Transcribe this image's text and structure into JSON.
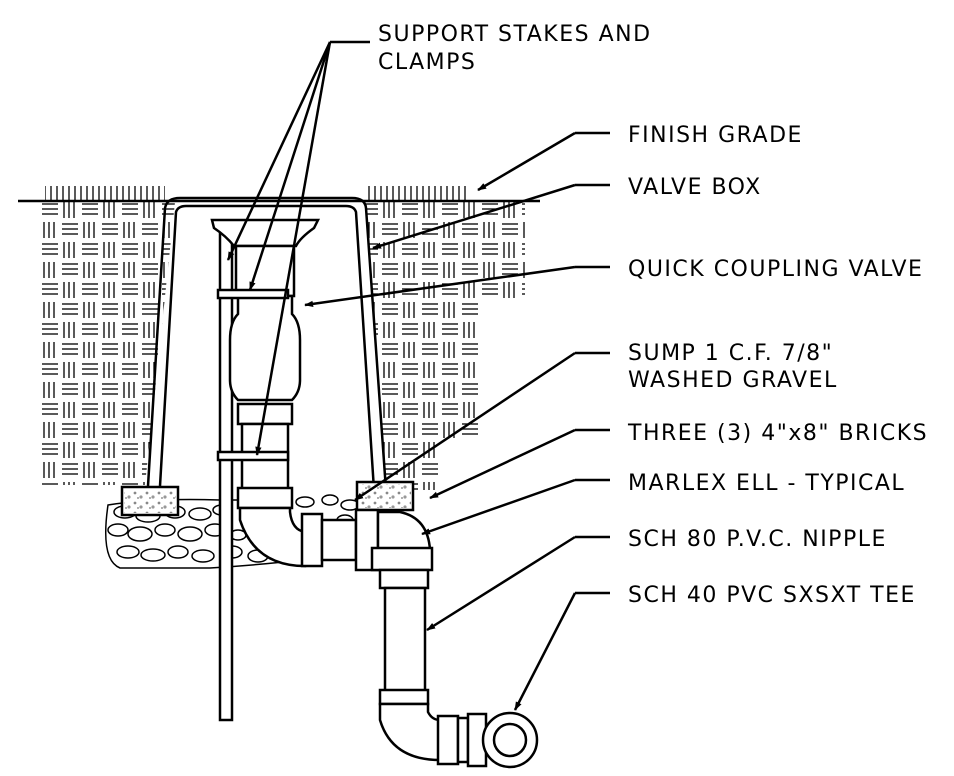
{
  "labels": {
    "support": [
      "SUPPORT STAKES AND",
      "CLAMPS"
    ],
    "finish_grade": "FINISH GRADE",
    "valve_box": "VALVE BOX",
    "quick_coupling": "QUICK COUPLING VALVE",
    "sump": [
      "SUMP 1 C.F. 7/8\"",
      "WASHED GRAVEL"
    ],
    "bricks": "THREE (3) 4\"x8\" BRICKS",
    "marlex": "MARLEX ELL - TYPICAL",
    "nipple": "SCH 80 P.V.C. NIPPLE",
    "tee": "SCH 40 PVC SXSXT TEE"
  }
}
